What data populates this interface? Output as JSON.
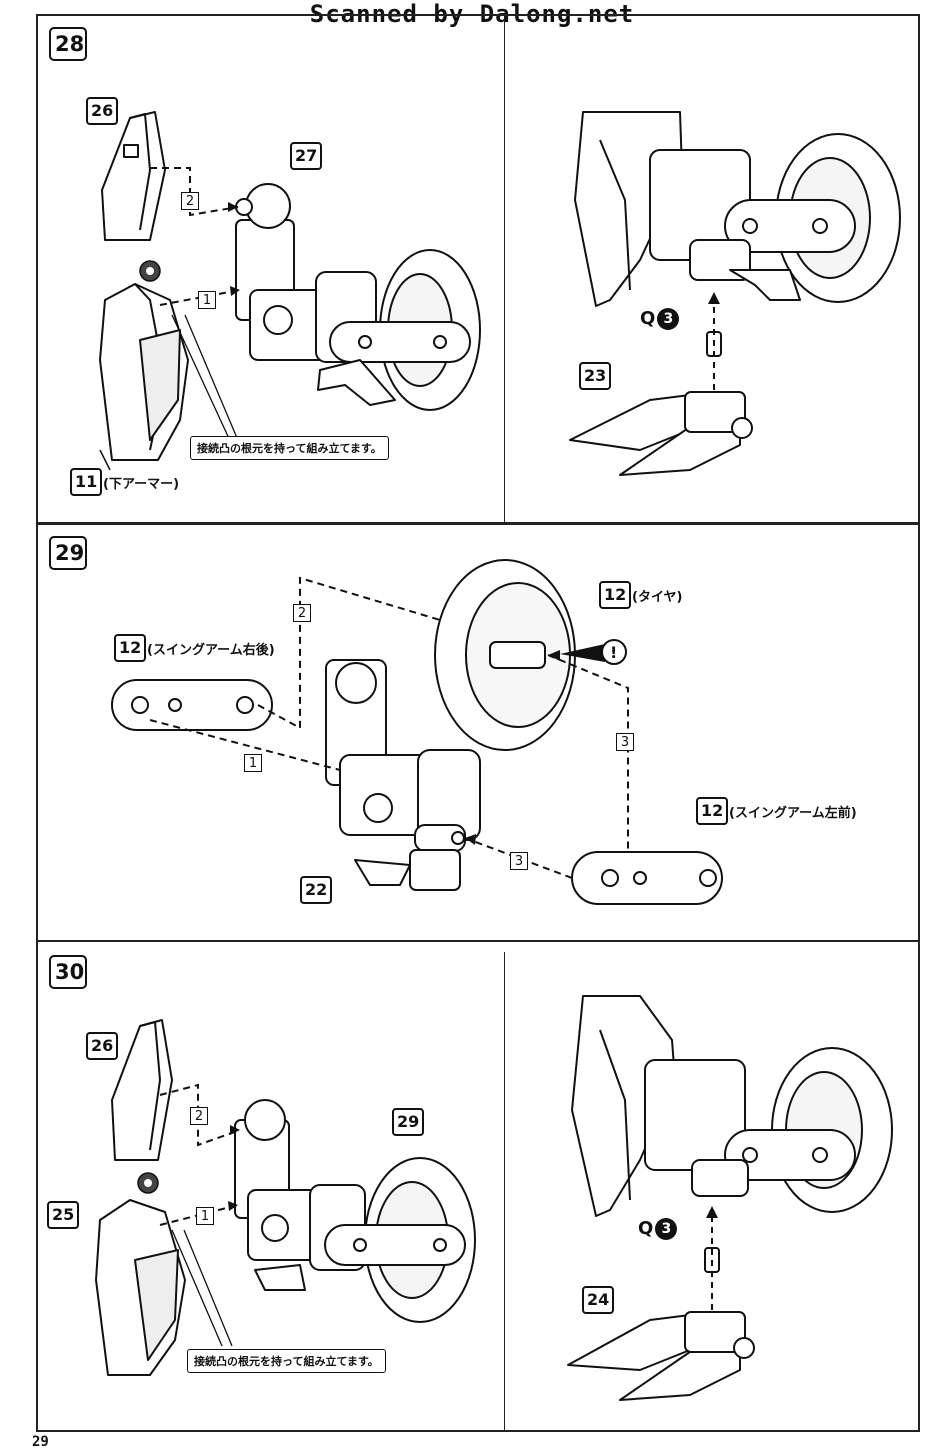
{
  "header": {
    "title": "Scanned by Dalong.net"
  },
  "footer": {
    "page_number": "29"
  },
  "steps": [
    {
      "number": "28",
      "parts": {
        "p26": "26",
        "p27": "27",
        "p11": "11",
        "p23": "23"
      },
      "labels": {
        "p11_name": "(下アーマー)"
      },
      "order_marks": [
        "2",
        "1"
      ],
      "note": "接続凸の根元を持って組み立てます。",
      "q_letter": "Q",
      "q_number": "3"
    },
    {
      "number": "29",
      "parts": {
        "tire": "12",
        "arm_rear": "12",
        "arm_front": "12",
        "p22": "22"
      },
      "labels": {
        "tire_name": "(タイヤ)",
        "arm_rear_name": "(スイングアーム右後)",
        "arm_front_name": "(スイングアーム左前)"
      },
      "order_marks": [
        "2",
        "1",
        "3",
        "3"
      ],
      "caution_symbol": "!"
    },
    {
      "number": "30",
      "parts": {
        "p26": "26",
        "p29": "29",
        "p25": "25",
        "p24": "24"
      },
      "order_marks": [
        "2",
        "1"
      ],
      "note": "接続凸の根元を持って組み立てます。",
      "q_letter": "Q",
      "q_number": "3"
    }
  ]
}
